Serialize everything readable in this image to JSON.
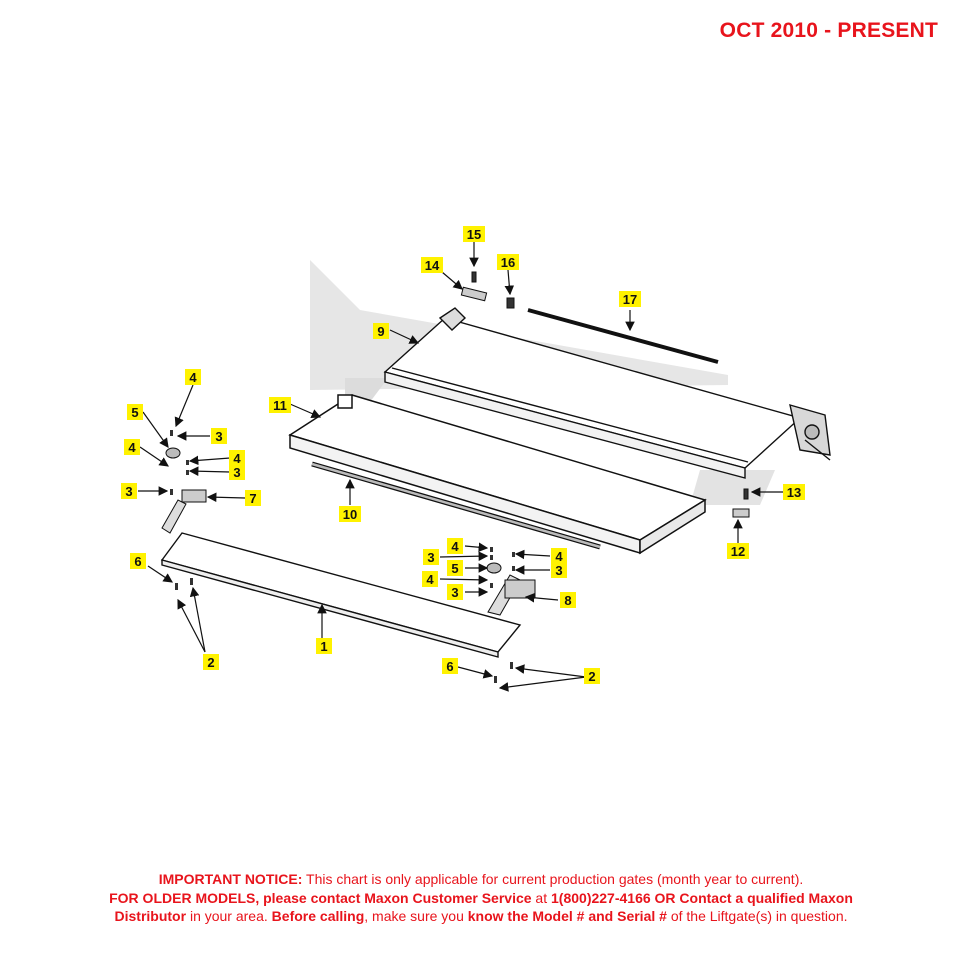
{
  "header": {
    "date_range": "OCT 2010 - PRESENT"
  },
  "callouts": [
    {
      "id": "c15",
      "label": "15"
    },
    {
      "id": "c14",
      "label": "14"
    },
    {
      "id": "c16",
      "label": "16"
    },
    {
      "id": "c17",
      "label": "17"
    },
    {
      "id": "c9",
      "label": "9"
    },
    {
      "id": "c11",
      "label": "11"
    },
    {
      "id": "c4a",
      "label": "4"
    },
    {
      "id": "c5a",
      "label": "5"
    },
    {
      "id": "c3a",
      "label": "3"
    },
    {
      "id": "c4b",
      "label": "4"
    },
    {
      "id": "c4c",
      "label": "4"
    },
    {
      "id": "c3b",
      "label": "3"
    },
    {
      "id": "c3c",
      "label": "3"
    },
    {
      "id": "c7",
      "label": "7"
    },
    {
      "id": "c10",
      "label": "10"
    },
    {
      "id": "c13",
      "label": "13"
    },
    {
      "id": "c12",
      "label": "12"
    },
    {
      "id": "c6a",
      "label": "6"
    },
    {
      "id": "c2a",
      "label": "2"
    },
    {
      "id": "c1",
      "label": "1"
    },
    {
      "id": "c4d",
      "label": "4"
    },
    {
      "id": "c3d",
      "label": "3"
    },
    {
      "id": "c4e",
      "label": "4"
    },
    {
      "id": "c5b",
      "label": "5"
    },
    {
      "id": "c3e",
      "label": "3"
    },
    {
      "id": "c4f",
      "label": "4"
    },
    {
      "id": "c3f",
      "label": "3"
    },
    {
      "id": "c8",
      "label": "8"
    },
    {
      "id": "c6b",
      "label": "6"
    },
    {
      "id": "c2b",
      "label": "2"
    }
  ],
  "notice": {
    "l1_bold": "IMPORTANT NOTICE:",
    "l1_text": " This chart is only applicable for current production gates (month year to current).",
    "l2_bold1": "FOR OLDER MODELS, please contact Maxon Customer Service",
    "l2_text1": " at ",
    "l2_bold2": "1(800)227-4166 OR Contact a qualified Maxon",
    "l3_bold1": "Distributor",
    "l3_text1": " in your area. ",
    "l3_bold2": "Before calling",
    "l3_text2": ", make sure you ",
    "l3_bold3": "know the Model # and Serial #",
    "l3_text3": " of the Liftgate(s) in question."
  },
  "colors": {
    "accent_red": "#e8141c",
    "label_yellow": "#fff200",
    "line": "#111111"
  }
}
